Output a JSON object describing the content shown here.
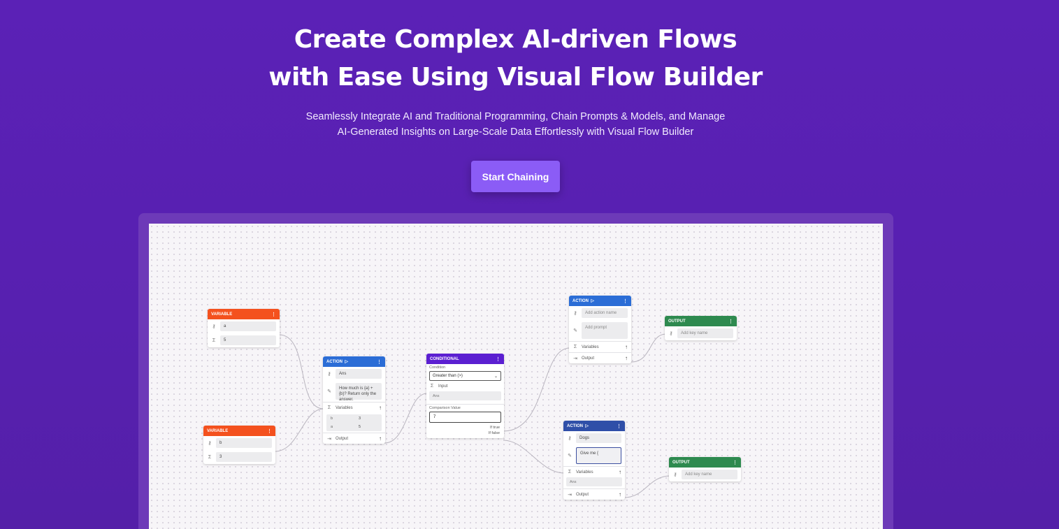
{
  "hero": {
    "title_line1": "Create Complex AI-driven Flows",
    "title_line2": "with Ease Using Visual Flow Builder",
    "subtitle_line1": "Seamlessly Integrate AI and Traditional Programming, Chain Prompts & Models, and Manage",
    "subtitle_line2": "AI-Generated Insights on Large-Scale Data Effortlessly with Visual Flow Builder",
    "cta_label": "Start Chaining"
  },
  "colors": {
    "background": "#5b21b6",
    "cta": "#8b5cf6",
    "variable_header": "#f4511e",
    "action_header": "#2b6dd6",
    "conditional_header": "#5b1fd1",
    "output_header": "#2e8a4f"
  },
  "flow": {
    "variable_a": {
      "header": "VARIABLE",
      "menu": "⋮",
      "name": "a",
      "value": "5"
    },
    "variable_b": {
      "header": "VARIABLE",
      "menu": "⋮",
      "name": "b",
      "value": "3"
    },
    "action_1": {
      "header": "ACTION",
      "run_icon": "▷",
      "menu": "⋮",
      "name": "Ans",
      "prompt": "How much is {a} + {b}? Return only the answer.",
      "variables_label": "Variables",
      "variables": [
        {
          "key": "b",
          "value": "3"
        },
        {
          "key": "a",
          "value": "5"
        }
      ],
      "output_label": "Output"
    },
    "conditional": {
      "header": "CONDITIONAL",
      "menu": "⋮",
      "condition_label": "Condition",
      "condition_value": "Greater than (>)",
      "input_label": "Input",
      "input_value": "Ans",
      "comparison_label": "Comparison Value",
      "comparison_value": "7",
      "if_true": "If true",
      "if_false": "If false"
    },
    "action_2": {
      "header": "ACTION",
      "run_icon": "▷",
      "menu": "⋮",
      "name_placeholder": "Add action name",
      "prompt_placeholder": "Add prompt",
      "variables_label": "Variables",
      "output_label": "Output"
    },
    "action_3": {
      "header": "ACTION",
      "run_icon": "▷",
      "menu": "⋮",
      "name": "Dogs",
      "prompt": "Give me {",
      "variables_label": "Variables",
      "variable_value": "Ans",
      "output_label": "Output"
    },
    "output_1": {
      "header": "OUTPUT",
      "menu": "⋮",
      "key_placeholder": "Add key name"
    },
    "output_2": {
      "header": "OUTPUT",
      "menu": "⋮",
      "key_placeholder": "Add key name"
    }
  }
}
